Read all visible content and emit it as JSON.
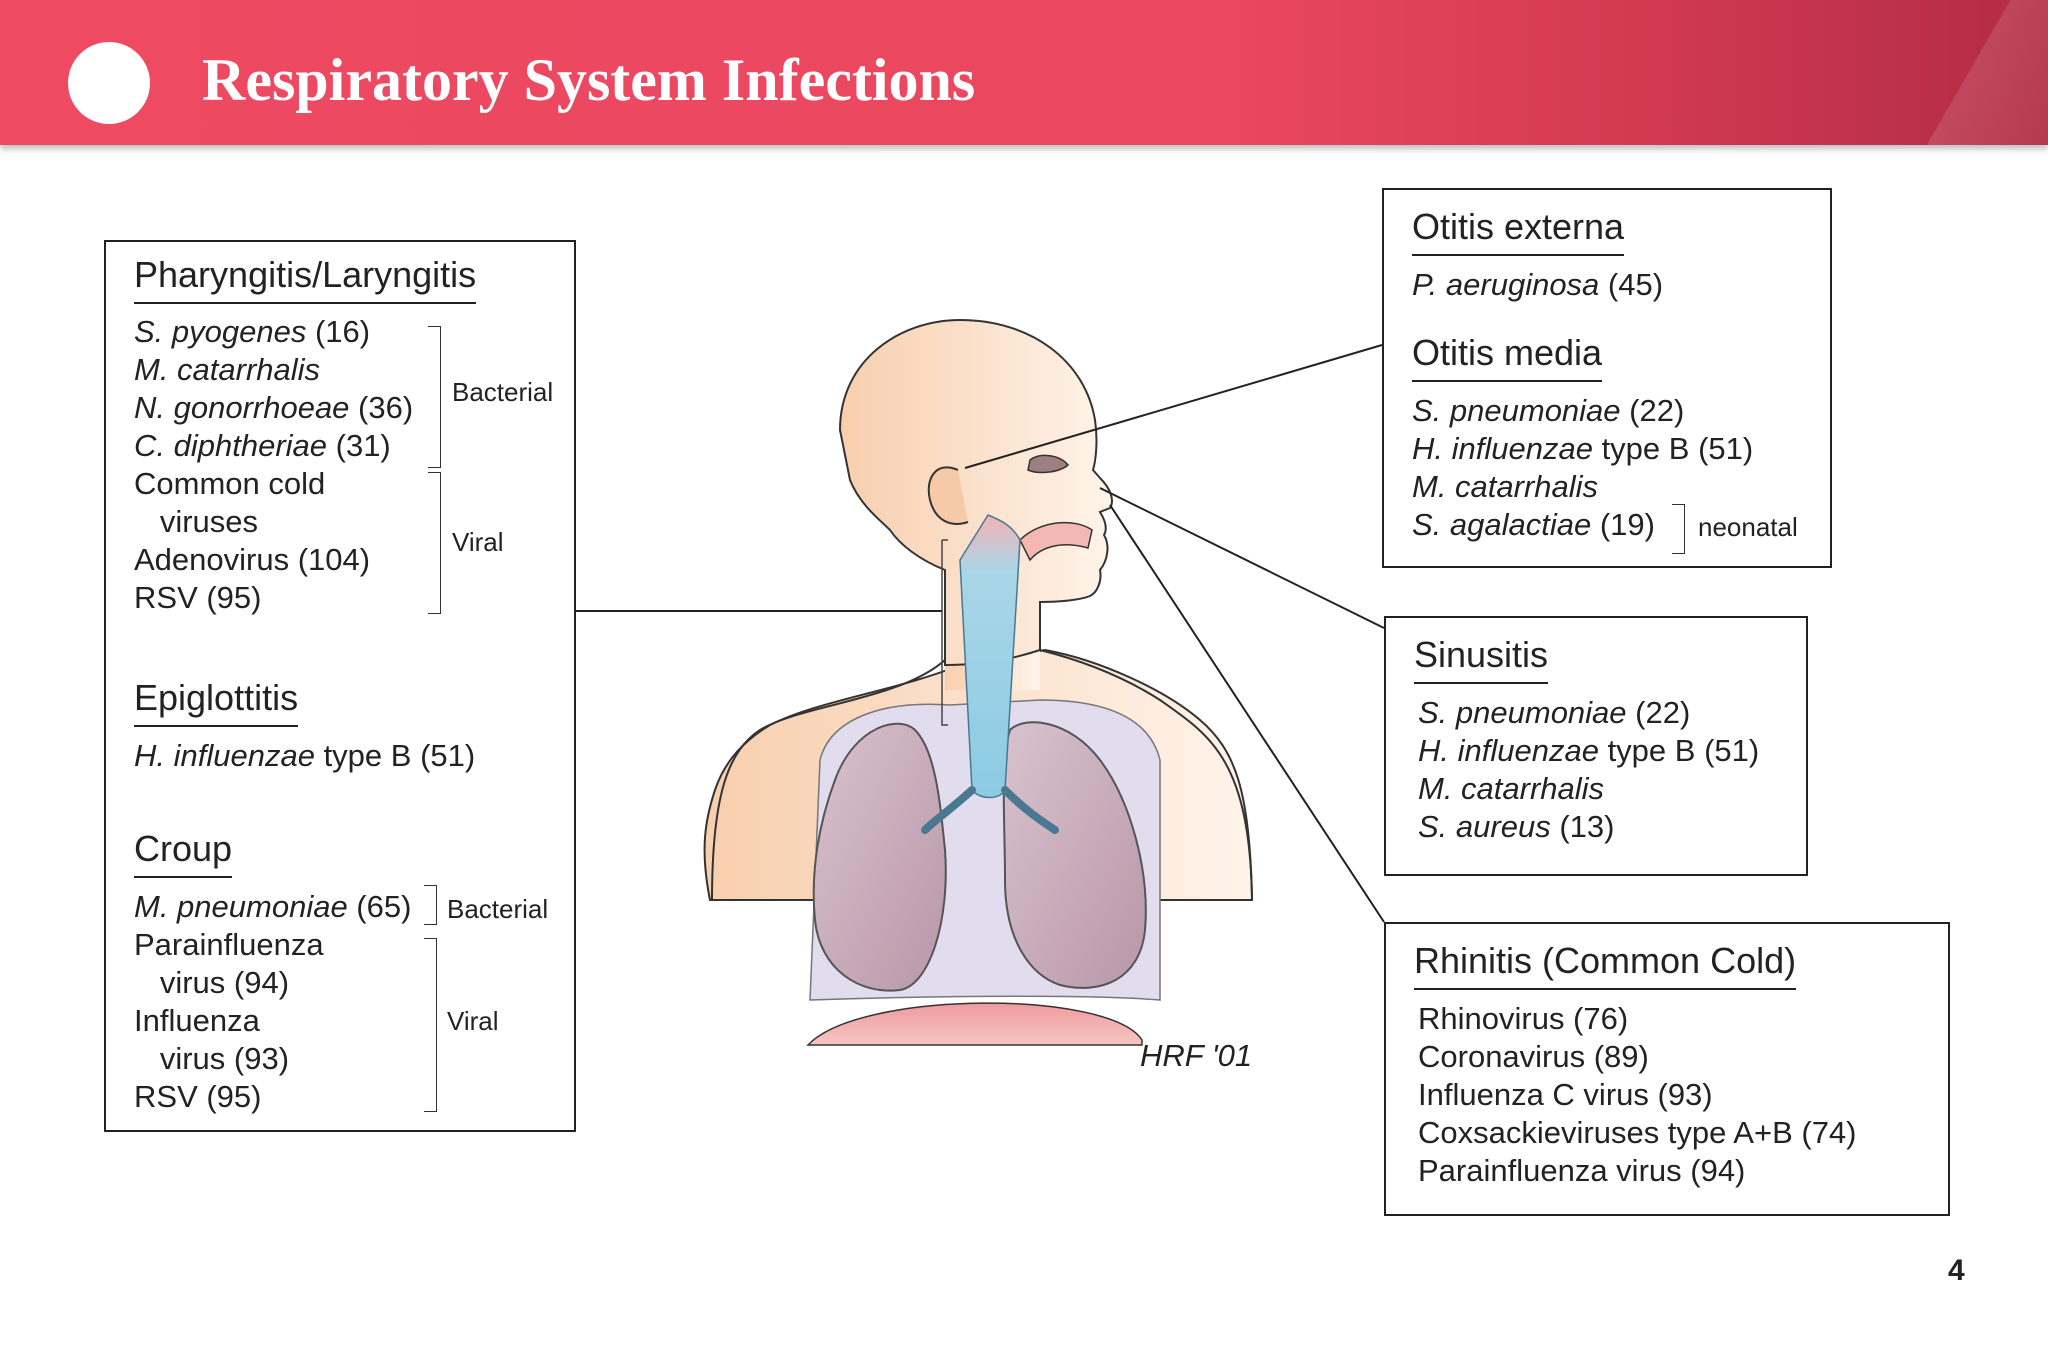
{
  "header": {
    "title": "Respiratory System Infections"
  },
  "page_number": "4",
  "artist_credit": "HRF '01",
  "pharyngitis": {
    "heading": "Pharyngitis/Laryngitis",
    "lines": [
      {
        "italic": "S. pyogenes",
        "rest": " (16)"
      },
      {
        "italic": "M. catarrhalis",
        "rest": ""
      },
      {
        "italic": "N. gonorrhoeae",
        "rest": " (36)"
      },
      {
        "italic": "C. diphtheriae",
        "rest": " (31)"
      },
      {
        "italic": "",
        "rest": "Common cold"
      },
      {
        "italic": "",
        "rest": "   viruses"
      },
      {
        "italic": "",
        "rest": "Adenovirus (104)"
      },
      {
        "italic": "",
        "rest": "RSV (95)"
      }
    ],
    "bacterial_tag": "Bacterial",
    "viral_tag": "Viral"
  },
  "epiglottitis": {
    "heading": "Epiglottitis",
    "line": {
      "italic": "H. influenzae",
      "rest": " type B (51)"
    }
  },
  "croup": {
    "heading": "Croup",
    "lines": [
      {
        "italic": "M. pneumoniae",
        "rest": " (65)"
      },
      {
        "italic": "",
        "rest": "Parainfluenza"
      },
      {
        "italic": "",
        "rest": "   virus (94)"
      },
      {
        "italic": "",
        "rest": "Influenza"
      },
      {
        "italic": "",
        "rest": "   virus (93)"
      },
      {
        "italic": "",
        "rest": "RSV (95)"
      }
    ],
    "bacterial_tag": "Bacterial",
    "viral_tag": "Viral"
  },
  "otitis_externa": {
    "heading": "Otitis externa",
    "line": {
      "italic": "P. aeruginosa",
      "rest": " (45)"
    }
  },
  "otitis_media": {
    "heading": "Otitis media",
    "lines": [
      {
        "italic": "S. pneumoniae",
        "rest": " (22)"
      },
      {
        "italic": "H. influenzae",
        "rest": " type B (51)"
      },
      {
        "italic": "M. catarrhalis",
        "rest": ""
      },
      {
        "italic": "S. agalactiae",
        "rest": " (19)"
      }
    ],
    "neonatal_tag": "neonatal"
  },
  "sinusitis": {
    "heading": "Sinusitis",
    "lines": [
      {
        "italic": "S. pneumoniae",
        "rest": " (22)"
      },
      {
        "italic": "H. influenzae",
        "rest": " type B (51)"
      },
      {
        "italic": "M. catarrhalis",
        "rest": ""
      },
      {
        "italic": "S. aureus",
        "rest": " (13)"
      }
    ]
  },
  "rhinitis": {
    "heading": "Rhinitis (Common Cold)",
    "lines": [
      "Rhinovirus (76)",
      "Coronavirus (89)",
      "Influenza C virus (93)",
      "Coxsackieviruses type A+B (74)",
      "Parainfluenza virus (94)"
    ]
  }
}
